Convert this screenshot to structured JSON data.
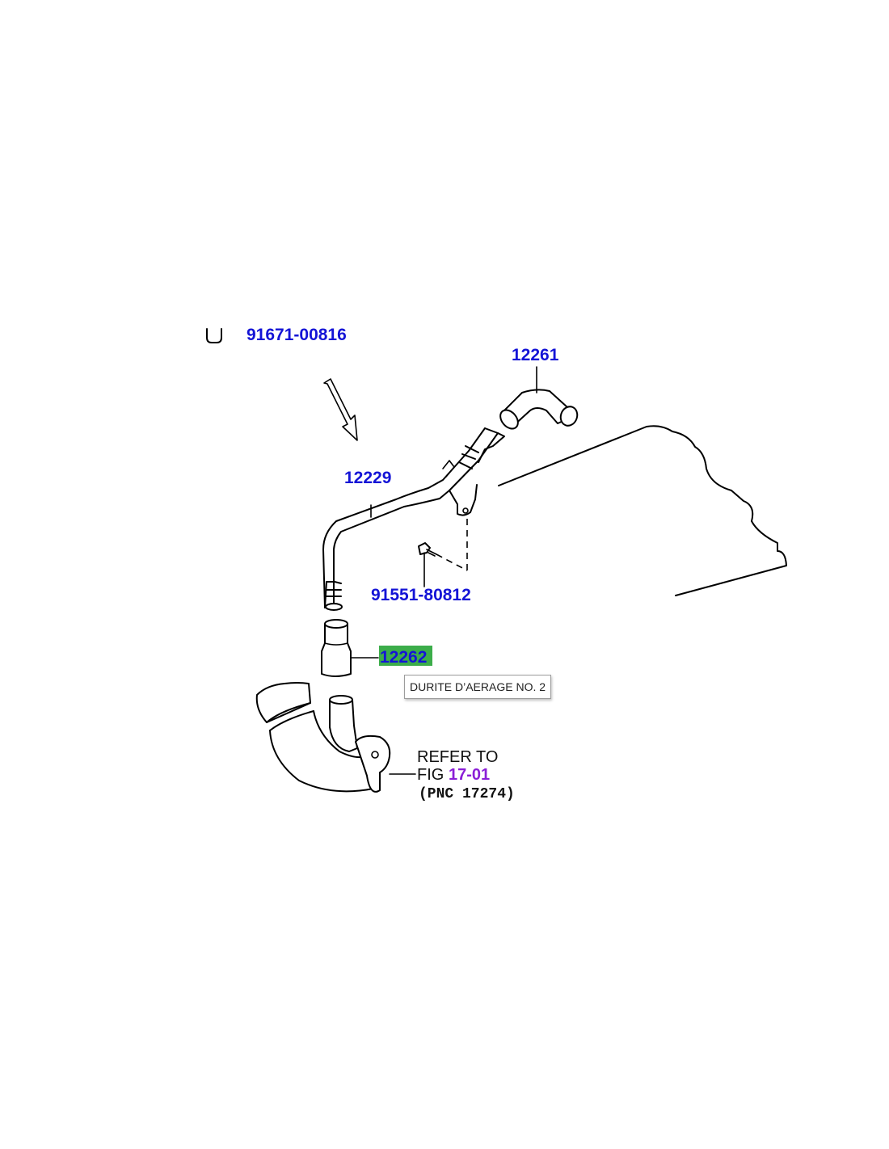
{
  "legend": {
    "icon": "u-clip-icon",
    "part_number": "91671-00816"
  },
  "parts": {
    "hose_12261": "12261",
    "pipe_12229": "12229",
    "bolt_91551": "91551-80812",
    "hose_12262": "12262"
  },
  "highlight_color": "#3cad4a",
  "label_color": "#1414d6",
  "refer": {
    "line1": "REFER TO",
    "fig_prefix": "FIG",
    "fig_link": "17-01",
    "pnc": "(PNC 17274)"
  },
  "tooltip": {
    "text": "DURITE D’AERAGE NO. 2"
  }
}
